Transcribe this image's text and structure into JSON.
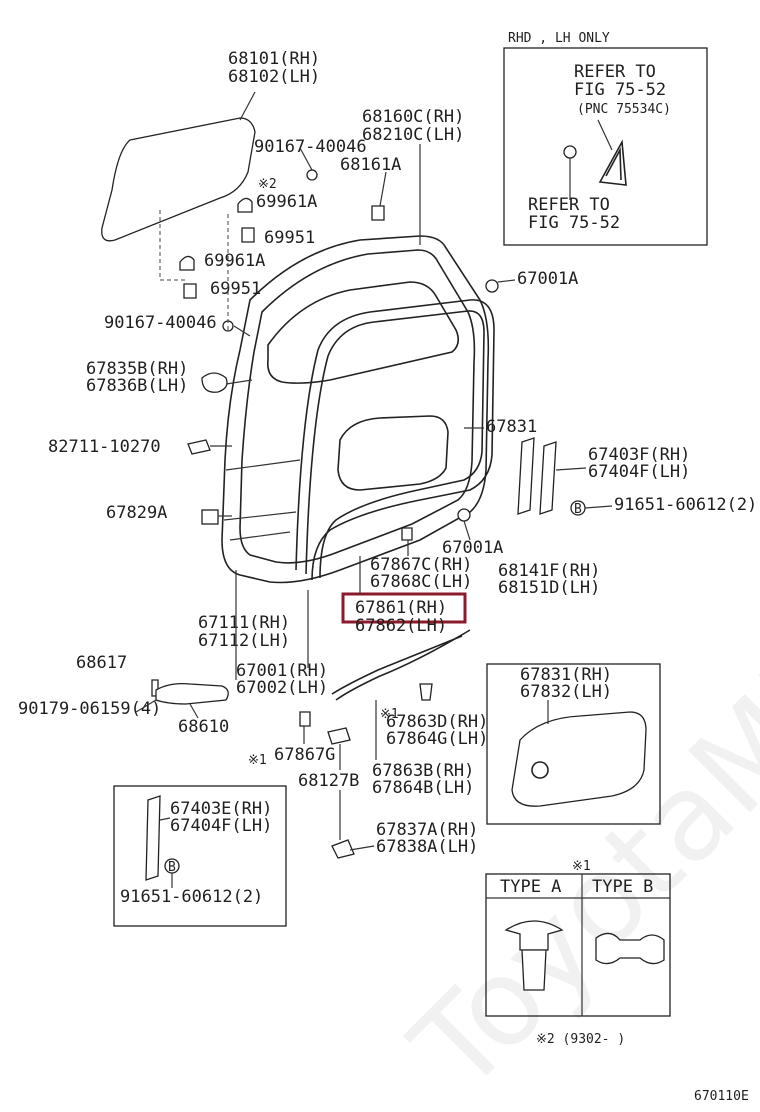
{
  "watermark": "ToyotaMine.ru",
  "inset_top": {
    "title": "RHD , LH ONLY",
    "refer1_line1": "REFER TO",
    "refer1_line2": "FIG 75-52",
    "refer1_line3": "(PNC 75534C)",
    "refer2_line1": "REFER TO",
    "refer2_line2": "FIG 75-52"
  },
  "labels": {
    "glass_rh": "68101(RH)",
    "glass_lh": "68102(LH)",
    "run_rh": "68160C(RH)",
    "run_lh": "68210C(LH)",
    "bolt_90167_a": "90167-40046",
    "note2": "※2",
    "p68161a": "68161A",
    "p69961a_1": "69961A",
    "p69951_1": "69951",
    "p69961a_2": "69961A",
    "p67001a_top": "67001A",
    "p69951_2": "69951",
    "bolt_90167_b": "90167-40046",
    "p67835b": "67835B(RH)",
    "p67836b": "67836B(LH)",
    "p67831": "67831",
    "p82711": "82711-10270",
    "p67403f": "67403F(RH)",
    "p67404f": "67404F(LH)",
    "p91651_a": "91651-60612(2)",
    "p67829a": "67829A",
    "p67001a_mid": "67001A",
    "p67867c": "67867C(RH)",
    "p67868c": "67868C(LH)",
    "p68141f": "68141F(RH)",
    "p68151d": "68151D(LH)",
    "p67861": "67861(RH)",
    "p67862": "67862(LH)",
    "p67111": "67111(RH)",
    "p67112": "67112(LH)",
    "p68617": "68617",
    "p67001rh": "67001(RH)",
    "p67002lh": "67002(LH)",
    "p90179": "90179-06159(4)",
    "p68610": "68610",
    "p67863d": "67863D(RH)",
    "p67864g": "67864G(LH)",
    "note1_a": "※1",
    "note1_b": "※1",
    "p67867g": "67867G",
    "p68127b": "68127B",
    "p67863b": "67863B(RH)",
    "p67864b": "67864B(LH)",
    "p67831rh": "67831(RH)",
    "p67832lh": "67832(LH)",
    "p67403e": "67403E(RH)",
    "p67404f_b": "67404F(LH)",
    "p67837a": "67837A(RH)",
    "p67838a": "67838A(LH)",
    "p91651_b": "91651-60612(2)",
    "b_marker": "B",
    "note1_table": "※1",
    "type_a": "TYPE A",
    "type_b": "TYPE B",
    "footnote": "※2 (9302-      )",
    "figure_code": "670110E"
  },
  "highlight": {
    "color": "#8b1a2b",
    "target": "67861(RH)"
  }
}
